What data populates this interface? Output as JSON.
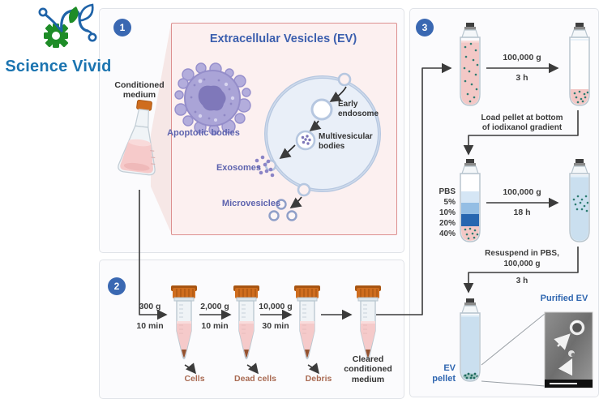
{
  "brand": {
    "name": "Science Vivid"
  },
  "panel1": {
    "badge": "1",
    "flask_label": "Conditioned medium",
    "inset_title": "Extracellular Vesicles (EV)",
    "labels": {
      "apoptotic_bodies": "Apoptotic bodies",
      "early_endosome": "Early endosome",
      "multivesicular_bodies": "Multivesicular bodies",
      "exosomes": "Exosomes",
      "microvesicles": "Microvesicles"
    }
  },
  "panel2": {
    "badge": "2",
    "steps": [
      {
        "speed": "300 g",
        "time": "10 min",
        "pellet_label": "Cells"
      },
      {
        "speed": "2,000 g",
        "time": "10 min",
        "pellet_label": "Dead cells"
      },
      {
        "speed": "10,000 g",
        "time": "30 min",
        "pellet_label": "Debris"
      }
    ],
    "result_label": "Cleared conditioned medium"
  },
  "panel3": {
    "badge": "3",
    "spin1": {
      "speed": "100,000 g",
      "time": "3 h"
    },
    "load_note": "Load pellet at bottom of iodixanol gradient",
    "gradient_labels": [
      "PBS",
      "5%",
      "10%",
      "20%",
      "40%"
    ],
    "spin2": {
      "speed": "100,000 g",
      "time": "18 h"
    },
    "resuspend_note_line1": "Resuspend in PBS,",
    "resuspend_note_line2": "100,000 g",
    "resuspend_time": "3 h",
    "ev_pellet_label": "EV pellet",
    "purified_ev_label": "Purified EV"
  },
  "colors": {
    "badge_blue": "#3a68b2",
    "title_blue": "#3c5fae",
    "label_purple": "#5d63ae",
    "label_blue": "#2f66b0",
    "pellet_brown_text": "#a96a52",
    "brand_blue": "#1b74b0",
    "inset_border": "#dc8f8f",
    "cap_orange": "#cf6d1e",
    "liquid_pink": "#f5caca",
    "ev_teal": "#2e7d72",
    "gradient_blues": [
      "#ffffff",
      "#d5e6f5",
      "#94bee4",
      "#2766b0"
    ],
    "tube_blue_fill": "#cadfef"
  }
}
